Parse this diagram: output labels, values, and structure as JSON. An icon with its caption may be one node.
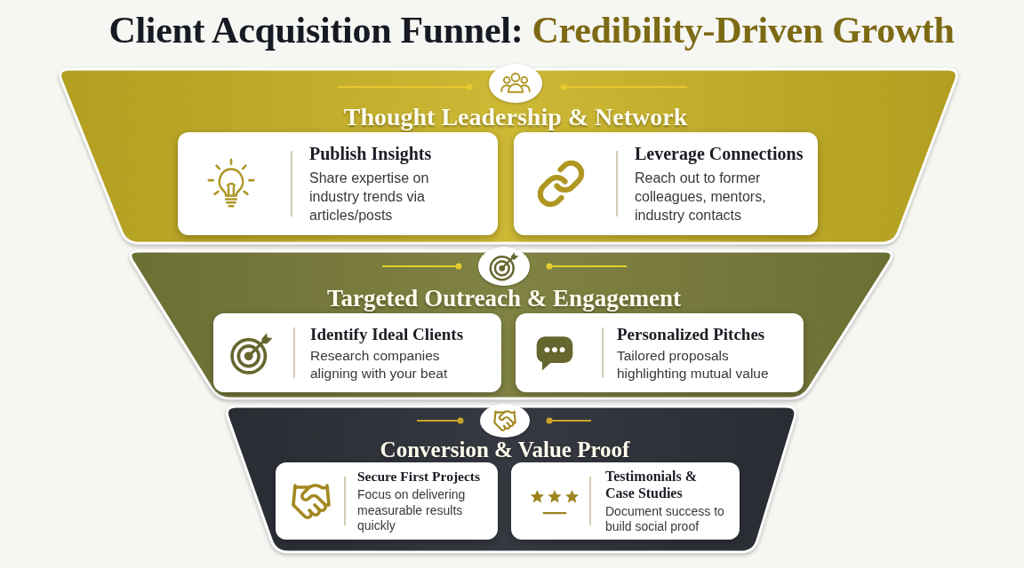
{
  "diagram": {
    "title": "Client Acquisition Funnel: Credibility-Driven Growth",
    "nodes": [
      {
        "text": [
          "Thought Leadership & Network"
        ]
      },
      {
        "text": [
          "Publish Insights",
          "Share expertise on industry trends via articles/posts"
        ],
        "in": 0
      },
      {
        "text": [
          "Leverage Connections",
          "Reach out to former colleagues, mentors, industry contacts"
        ],
        "in": 0
      },
      {
        "text": [
          "Targeted Outreach & Engagement"
        ]
      },
      {
        "text": [
          "Identify Ideal Clients",
          "Research companies aligning with your beat"
        ],
        "in": 3
      },
      {
        "text": [
          "Personalized Pitches",
          "Tailored proposals highlighting mutual value"
        ],
        "in": 3
      },
      {
        "text": [
          "Conversion & Value Proof"
        ]
      },
      {
        "text": [
          "Secure First Projects",
          "Focus on delivering measurable results quickly"
        ],
        "in": 6
      },
      {
        "text": [
          "Testimonials & Case Studies",
          "Document success to build social proof"
        ],
        "in": 6
      }
    ]
  }
}
